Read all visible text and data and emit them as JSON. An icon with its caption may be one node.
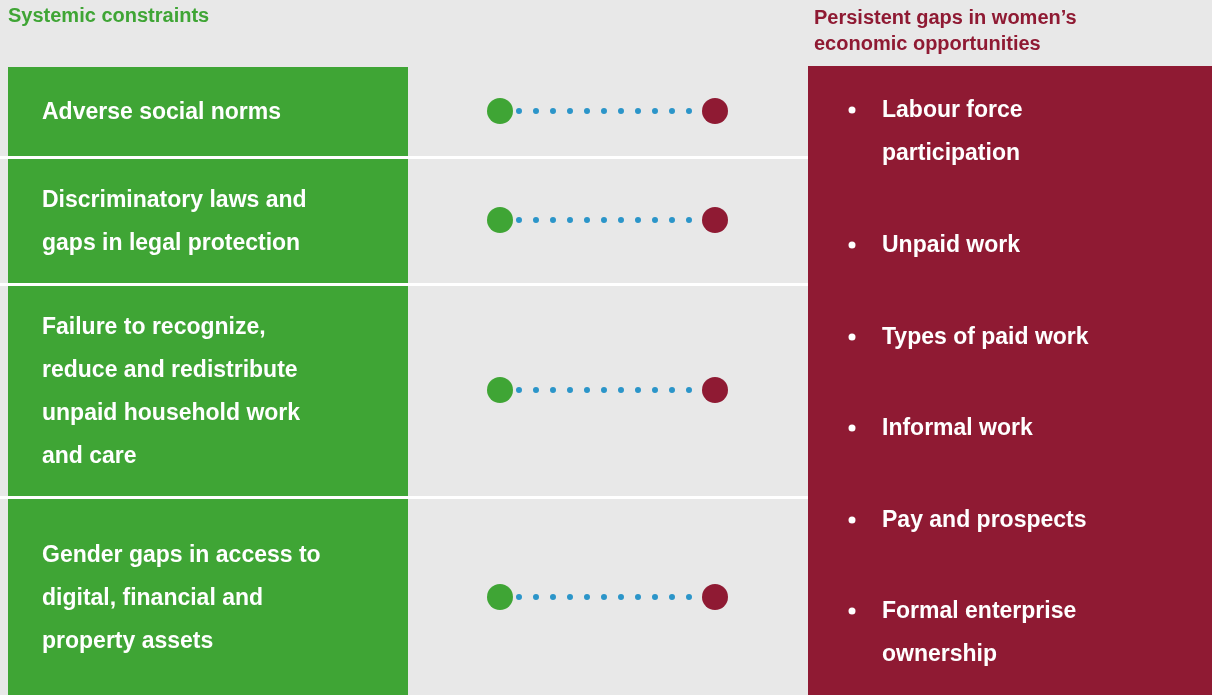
{
  "diagram": {
    "nodes": [
      {
        "text": [
          "Adverse social norms"
        ]
      },
      {
        "text": [
          "Discriminatory laws and gaps in legal protection"
        ]
      },
      {
        "text": [
          "Failure to recognize, reduce and redistribute unpaid household work and care"
        ]
      },
      {
        "text": [
          "Gender gaps in access to digital, financial and property assets"
        ]
      },
      {
        "text": [
          "Persistent gaps in women’s economic opportunities",
          "Labour force participation",
          "Unpaid work",
          "Types of paid work",
          "Informal work",
          "Pay and prospects",
          "Formal enterprise ownership"
        ]
      },
      {
        "text": [],
        "shape": "circle"
      },
      {
        "text": [],
        "shape": "circle"
      },
      {
        "text": [],
        "shape": "circle"
      },
      {
        "text": [],
        "shape": "circle"
      },
      {
        "text": [],
        "shape": "circle"
      },
      {
        "text": [],
        "shape": "circle"
      },
      {
        "text": [],
        "shape": "circle"
      },
      {
        "text": [],
        "shape": "circle"
      }
    ],
    "edges": [
      {
        "from": 5,
        "to": 6,
        "arrow": "none",
        "style": "dashed"
      },
      {
        "from": 7,
        "to": 8,
        "arrow": "none",
        "style": "dashed"
      },
      {
        "from": 9,
        "to": 10,
        "arrow": "none",
        "style": "dashed"
      },
      {
        "from": 11,
        "to": 12,
        "arrow": "none",
        "style": "dashed"
      }
    ],
    "labels": [
      "Systemic constraints"
    ]
  }
}
